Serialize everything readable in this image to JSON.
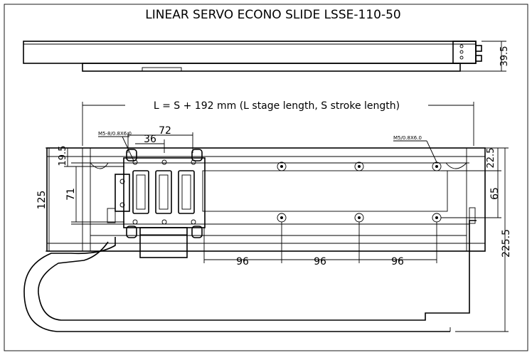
{
  "title": "LINEAR SERVO ECONO SLIDE LSSE-110-50",
  "formula": "L = S + 192 mm (L stage length, S stroke length)",
  "dimensions": {
    "height_side": "39.5",
    "width_top_72": "72",
    "width_top_36": "36",
    "left_19_5": "19.5",
    "left_125": "125",
    "left_71": "71",
    "right_22_5": "22.5",
    "right_65": "65",
    "right_225_5": "225.5",
    "pitch": [
      "96",
      "96",
      "96"
    ]
  },
  "callouts": {
    "left_hole": "M5-8/0.8X6.0",
    "right_hole": "M5/0.8X6.0"
  }
}
